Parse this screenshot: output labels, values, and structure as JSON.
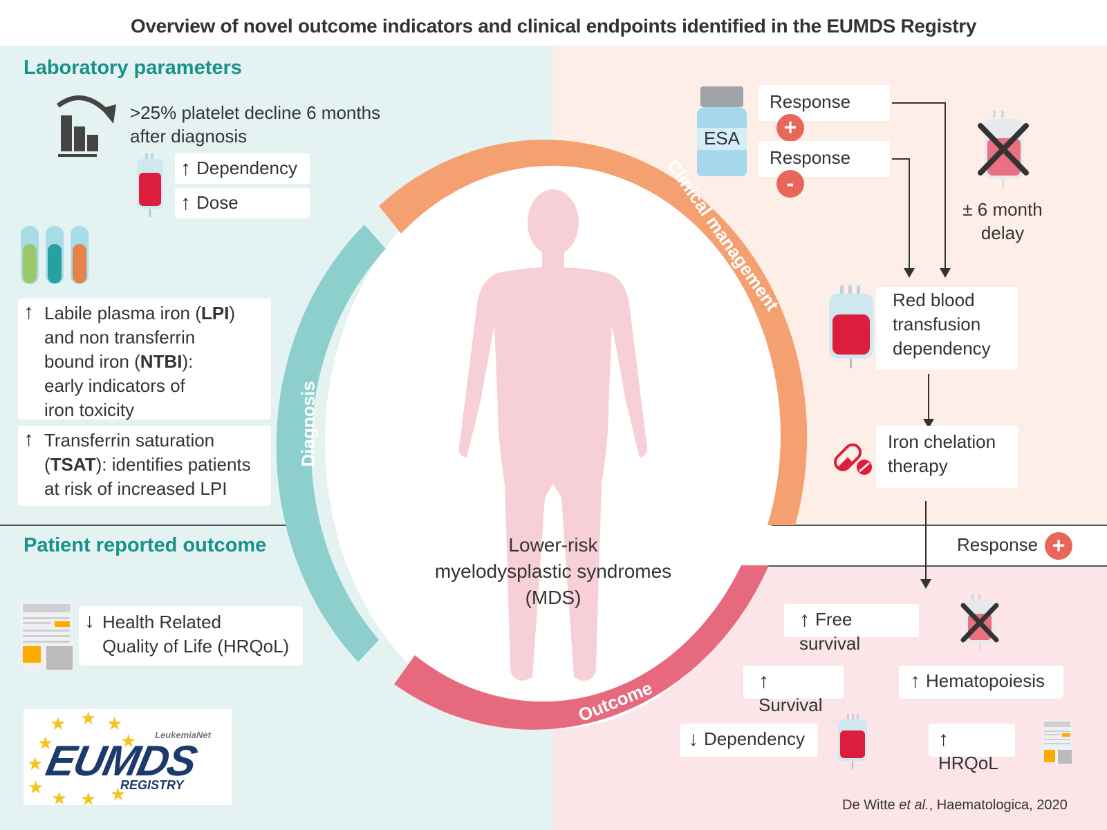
{
  "title": "Overview of novel outcome indicators and clinical endpoints identified in the EUMDS Registry",
  "laboratory": {
    "heading": "Laboratory parameters",
    "platelet_text_1": ">25% platelet decline 6 months",
    "platelet_text_2": "after diagnosis",
    "dependency": "Dependency",
    "dose": "Dose",
    "lpi_line1_a": "Labile plasma iron (",
    "lpi_line1_b": "LPI",
    "lpi_line1_c": ")",
    "lpi_line2": "and non transferrin",
    "lpi_line3_a": "bound iron (",
    "lpi_line3_b": "NTBI",
    "lpi_line3_c": "):",
    "lpi_line4": "early indicators of",
    "lpi_line5": "iron toxicity",
    "tsat_line1": "Transferrin saturation",
    "tsat_line2_a": "(",
    "tsat_line2_b": "TSAT",
    "tsat_line2_c": "): identifies patients",
    "tsat_line3": "at risk of increased LPI"
  },
  "pro": {
    "heading": "Patient reported outcome",
    "hrqol_line1": "Health Related",
    "hrqol_line2": "Quality of Life (HRQoL)"
  },
  "logo": {
    "top": "LeukemiaNet",
    "main": "EUMDS",
    "sub": "REGISTRY"
  },
  "ring": {
    "diagnosis": "Diagnosis",
    "clinical": "Clinical management",
    "outcome": "Outcome",
    "colors": {
      "diagnosis": "#8ccfcc",
      "clinical": "#f4a070",
      "outcome": "#e7697e"
    }
  },
  "center": {
    "line1": "Lower-risk",
    "line2": "myelodysplastic syndromes",
    "line3": "(MDS)"
  },
  "clinical": {
    "esa_label": "ESA",
    "response_pos": "Response",
    "response_neg": "Response",
    "plus_sign": "+",
    "minus_sign": "-",
    "delay_line1": "± 6 month",
    "delay_line2": "delay",
    "rbc_line1": "Red blood",
    "rbc_line2": "transfusion",
    "rbc_line3": "dependency",
    "iron_line1": "Iron chelation",
    "iron_line2": "therapy",
    "response_mid": "Response"
  },
  "outcome": {
    "free_survival": "Free survival",
    "survival": "Survival",
    "hematopoiesis": "Hematopoiesis",
    "dependency": "Dependency",
    "hrqol": "HRQoL"
  },
  "arrows": {
    "up": "↑",
    "down": "↓"
  },
  "citation": {
    "author": "De Witte ",
    "etal": "et al.",
    "rest": ", Haematologica, 2020"
  }
}
